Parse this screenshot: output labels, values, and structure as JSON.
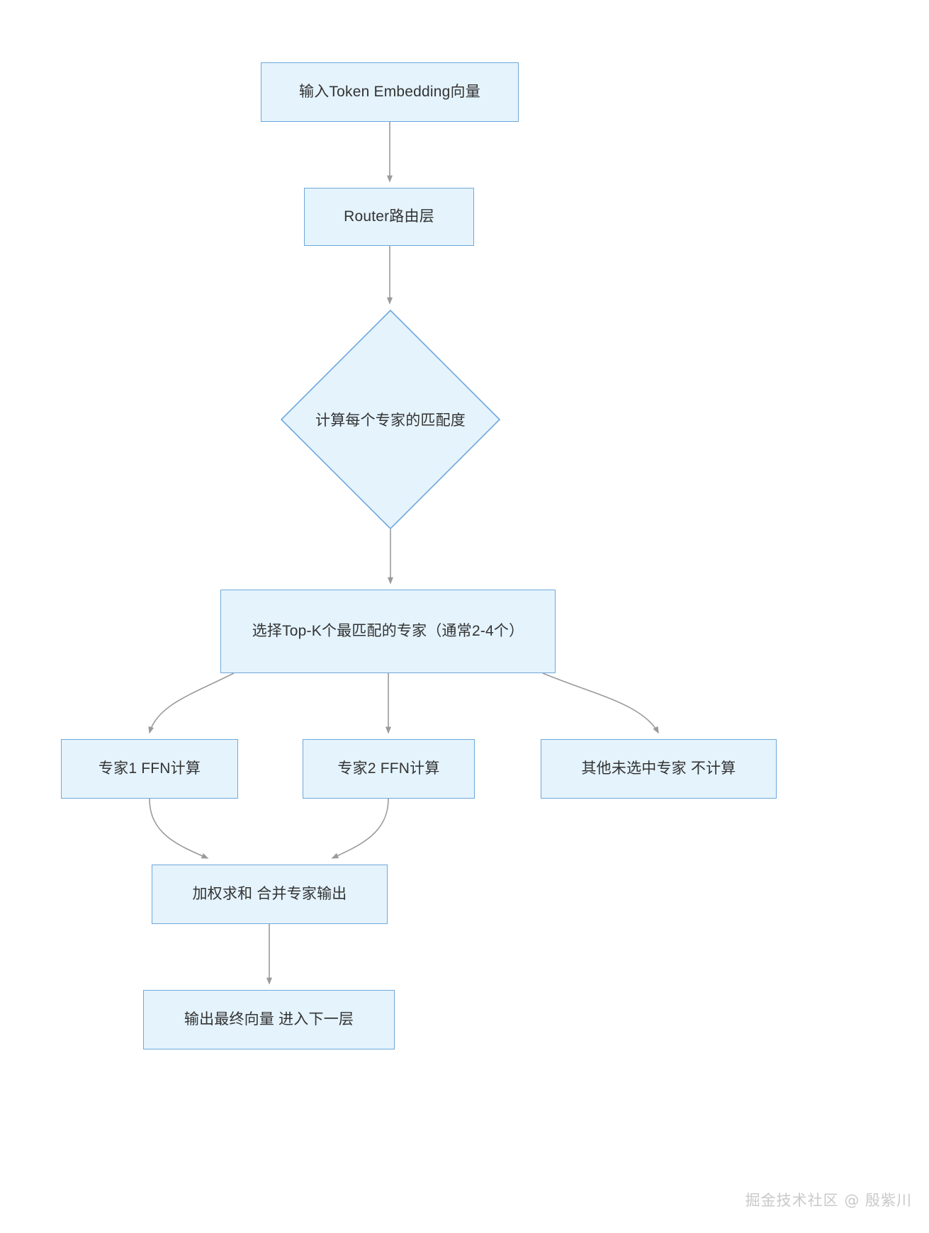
{
  "diagram": {
    "type": "flowchart",
    "direction": "top-to-bottom",
    "title_text": "",
    "colors": {
      "node_fill": "#e4f3fc",
      "node_border": "#6fa8dc",
      "edge_stroke": "#9a9a9a",
      "text": "#333333",
      "background": "#ffffff",
      "watermark": "#c9c9c9"
    },
    "nodes": [
      {
        "id": "input",
        "shape": "rect",
        "label": "输入Token Embedding向量"
      },
      {
        "id": "router",
        "shape": "rect",
        "label": "Router路由层"
      },
      {
        "id": "decision",
        "shape": "diamond",
        "label": "计算每个专家的匹配度"
      },
      {
        "id": "topk",
        "shape": "rect",
        "label": "选择Top-K个最匹配的专家（通常2-4个）"
      },
      {
        "id": "expert1",
        "shape": "rect",
        "label": "专家1 FFN计算"
      },
      {
        "id": "expert2",
        "shape": "rect",
        "label": "专家2 FFN计算"
      },
      {
        "id": "unselected",
        "shape": "rect",
        "label": "其他未选中专家 不计算"
      },
      {
        "id": "merge",
        "shape": "rect",
        "label": "加权求和 合并专家输出"
      },
      {
        "id": "output",
        "shape": "rect",
        "label": "输出最终向量 进入下一层"
      }
    ],
    "edges": [
      {
        "from": "input",
        "to": "router",
        "label": ""
      },
      {
        "from": "router",
        "to": "decision",
        "label": ""
      },
      {
        "from": "decision",
        "to": "topk",
        "label": ""
      },
      {
        "from": "topk",
        "to": "expert1",
        "label": ""
      },
      {
        "from": "topk",
        "to": "expert2",
        "label": ""
      },
      {
        "from": "topk",
        "to": "unselected",
        "label": ""
      },
      {
        "from": "expert1",
        "to": "merge",
        "label": ""
      },
      {
        "from": "expert2",
        "to": "merge",
        "label": ""
      },
      {
        "from": "merge",
        "to": "output",
        "label": ""
      }
    ]
  },
  "watermark": {
    "text": "掘金技术社区 @ 殷紫川"
  }
}
